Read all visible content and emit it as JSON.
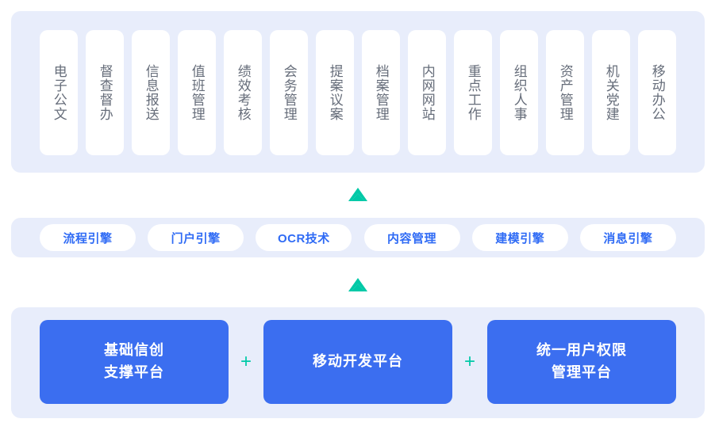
{
  "theme": {
    "panel_bg": "#e8edfb",
    "card_bg": "#ffffff",
    "card_text": "#666d7a",
    "accent_blue": "#2f6bf5",
    "platform_blue": "#3b6ef0",
    "accent_teal": "#00c9a7",
    "page_bg": "#ffffff"
  },
  "applications": {
    "cards": [
      {
        "label": "电子公文"
      },
      {
        "label": "督查督办"
      },
      {
        "label": "信息报送"
      },
      {
        "label": "值班管理"
      },
      {
        "label": "绩效考核"
      },
      {
        "label": "会务管理"
      },
      {
        "label": "提案议案"
      },
      {
        "label": "档案管理"
      },
      {
        "label": "内网网站"
      },
      {
        "label": "重点工作"
      },
      {
        "label": "组织人事"
      },
      {
        "label": "资产管理"
      },
      {
        "label": "机关党建"
      },
      {
        "label": "移动办公"
      }
    ]
  },
  "connectors": [
    {
      "icon": "chevron-up-icon",
      "color": "#00c9a7"
    },
    {
      "icon": "chevron-up-icon",
      "color": "#00c9a7"
    }
  ],
  "engines": {
    "pills": [
      {
        "label": "流程引擎"
      },
      {
        "label": "门户引擎"
      },
      {
        "label": "OCR技术"
      },
      {
        "label": "内容管理"
      },
      {
        "label": "建模引擎"
      },
      {
        "label": "消息引擎"
      }
    ]
  },
  "platforms": {
    "separator": "+",
    "boxes": [
      {
        "label": "基础信创\n支撑平台"
      },
      {
        "label": "移动开发平台"
      },
      {
        "label": "统一用户权限\n管理平台"
      }
    ]
  }
}
